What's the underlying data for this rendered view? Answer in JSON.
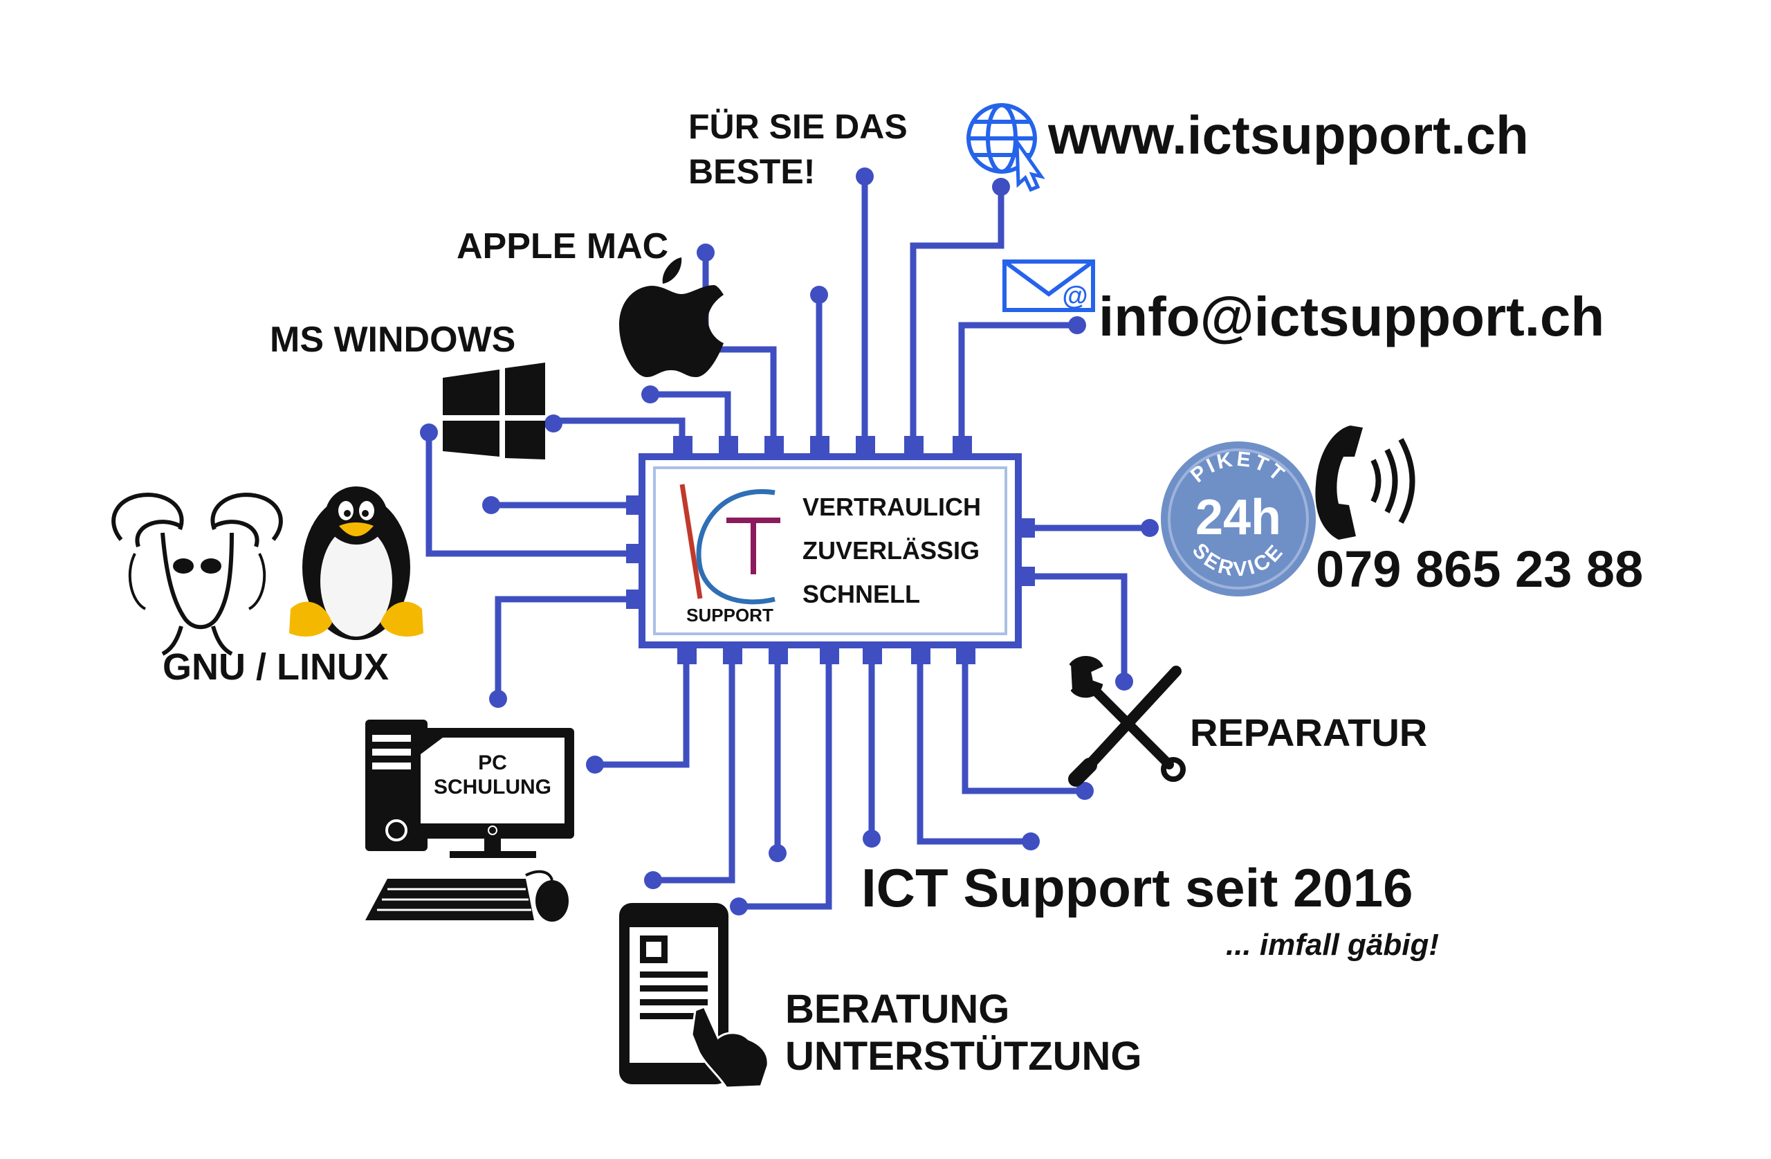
{
  "chip": {
    "logo_letters": "ICT",
    "logo_sub": "SUPPORT",
    "lines": [
      "VERTRAULICH",
      "ZUVERLÄSSIG",
      "SCHNELL"
    ]
  },
  "labels": {
    "fuer_sie_1": "FÜR SIE DAS",
    "fuer_sie_2": "BESTE!",
    "website": "www.ictsupport.ch",
    "apple": "APPLE MAC",
    "email": "info@ictsupport.ch",
    "windows": "MS WINDOWS",
    "linux": "GNU / LINUX",
    "phone": "079 865 23 88",
    "reparatur": "REPARATUR",
    "schulung_1": "PC",
    "schulung_2": "SCHULUNG",
    "since": "ICT Support seit 2016",
    "slogan": "... imfall gäbig!",
    "beratung_1": "BERATUNG",
    "beratung_2": "UNTERSTÜTZUNG"
  },
  "badge": {
    "top": "PIKETT",
    "center": "24h",
    "bottom": "SERVICE"
  },
  "icons": [
    "globe-cursor-icon",
    "envelope-at-icon",
    "apple-icon",
    "windows-icon",
    "gnu-icon",
    "tux-icon",
    "phone-icon",
    "wrench-screwdriver-icon",
    "computer-icon",
    "tablet-touch-icon"
  ],
  "colors": {
    "trace": "#3f4fc1",
    "chip_border": "#3f4fc1",
    "chip_fill": "#ffffff",
    "logo_red": "#c0392b",
    "logo_blue": "#2e6fb6",
    "logo_purple": "#8b1b5c",
    "badge": "#6f8fc7",
    "icon_blue": "#2563eb",
    "text": "#111111"
  }
}
